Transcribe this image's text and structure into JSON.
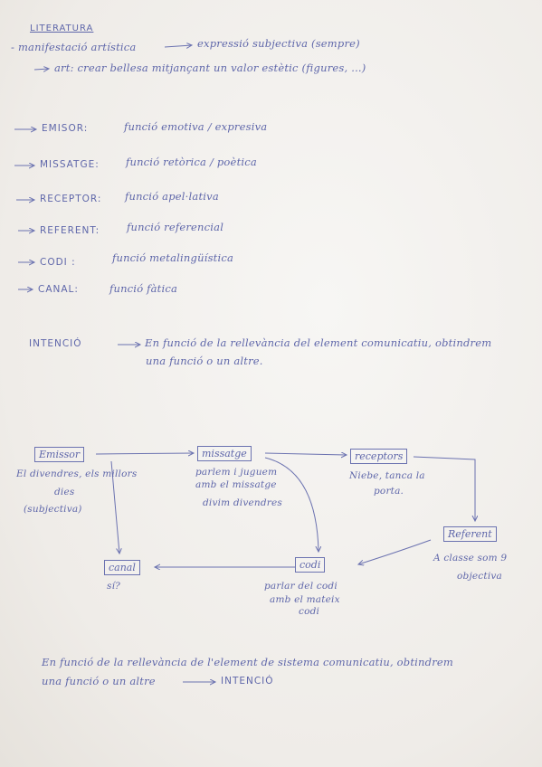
{
  "title": "LITERATURA",
  "lines": {
    "l1_a": "- manifestació artística",
    "l1_b": "expressió subjectiva (sempre)",
    "l2": "art: crear bellesa mitjançant un valor estètic (figures, ...)"
  },
  "functions": [
    {
      "term": "EMISOR:",
      "desc": "funció emotiva / expresiva"
    },
    {
      "term": "MISSATGE:",
      "desc": "funció retòrica / poètica"
    },
    {
      "term": "RECEPTOR:",
      "desc": "funció apel·lativa"
    },
    {
      "term": "REFERENT:",
      "desc": "funció referencial"
    },
    {
      "term": "CODI :",
      "desc": "funció metalingüística"
    },
    {
      "term": "CANAL:",
      "desc": "funció fàtica"
    }
  ],
  "intencio": {
    "term": "INTENCIÓ",
    "line1": "En funció de la rellevància del element comunicatiu, obtindrem",
    "line2": "una funció o un altre."
  },
  "diagram": {
    "emissor": "Emissor",
    "emissor_note": [
      "El divendres, els millors",
      "dies",
      "(subjectiva)"
    ],
    "missatge": "missatge",
    "missatge_note": [
      "parlem i juguem",
      "amb el missatge",
      "divim divendres"
    ],
    "receptors": "receptors",
    "receptors_note": [
      "Niebe, tanca la",
      "porta."
    ],
    "referent": "Referent",
    "referent_note": [
      "A classe som 9",
      "objectiva"
    ],
    "codi": "codi",
    "codi_note": [
      "parlar del codi",
      "amb el mateix",
      "codi"
    ],
    "canal": "canal",
    "canal_note": "sí?"
  },
  "closing": {
    "line1": "En funció de la rellevància de l'element de sistema comunicatiu, obtindrem",
    "line2": "una funció o un altre",
    "term": "INTENCIÓ"
  }
}
